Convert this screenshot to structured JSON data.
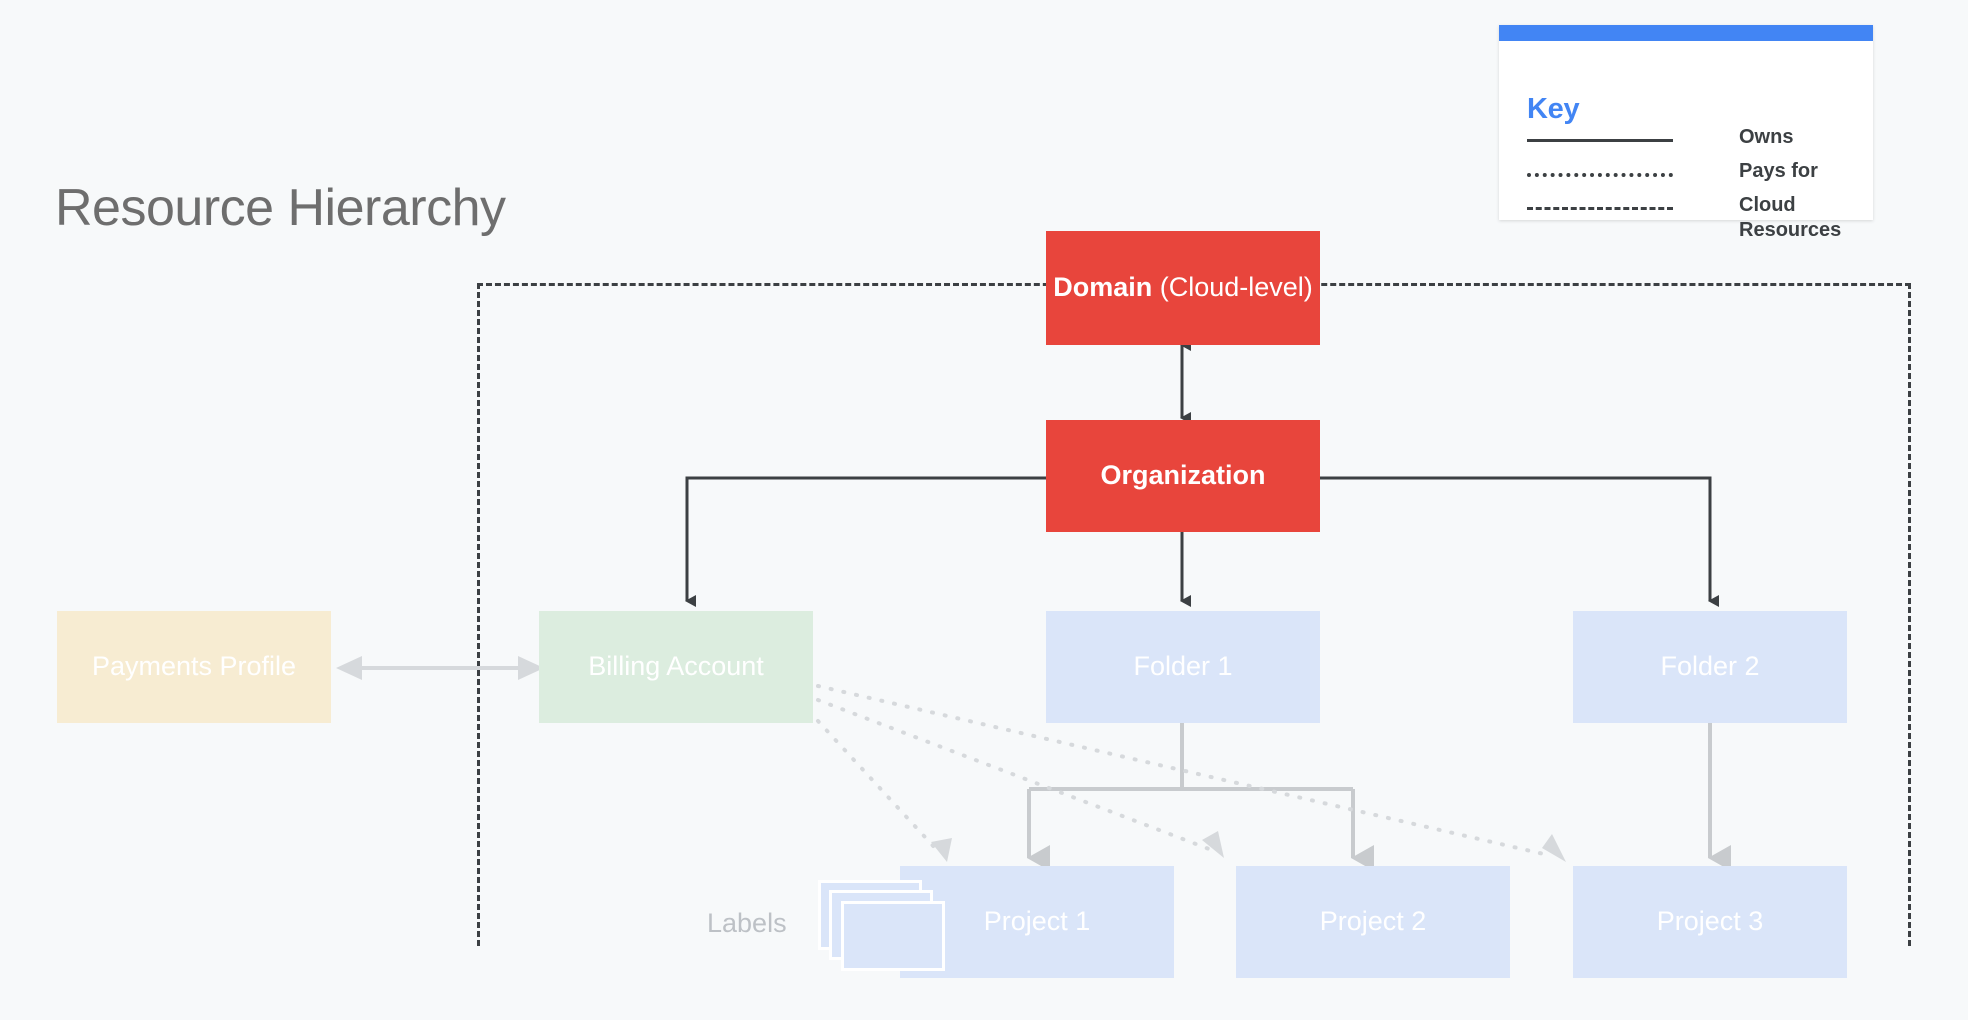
{
  "page": {
    "title": "Resource Hierarchy",
    "background": "#F7F9FA"
  },
  "key": {
    "heading": "Key",
    "accent_color": "#4285F4",
    "rows": [
      {
        "style": "solid",
        "label": "Owns"
      },
      {
        "style": "dotted",
        "label": "Pays for"
      },
      {
        "style": "dashed",
        "label": "Cloud Resources"
      }
    ]
  },
  "nodes": {
    "domain": {
      "label_bold": "Domain",
      "label_rest": " (Cloud-level)",
      "color": "#E8453C"
    },
    "organization": {
      "label": "Organization",
      "color": "#E8453C"
    },
    "payments_profile": {
      "label": "Payments Profile",
      "color": "#F7ECD2"
    },
    "billing_account": {
      "label": "Billing Account",
      "color": "#DCEDDF"
    },
    "folder1": {
      "label": "Folder 1",
      "color": "#DAE5F9"
    },
    "folder2": {
      "label": "Folder 2",
      "color": "#DAE5F9"
    },
    "project1": {
      "label": "Project 1",
      "color": "#DAE5F9"
    },
    "project2": {
      "label": "Project 2",
      "color": "#DAE5F9"
    },
    "project3": {
      "label": "Project 3",
      "color": "#DAE5F9"
    },
    "labels": {
      "label": "Labels",
      "color": "#DAE5F9"
    }
  },
  "region": {
    "name": "Cloud Resources",
    "border_style": "dashed",
    "border_color": "#3C4043"
  },
  "edges": {
    "owns_color": "#3C4043",
    "child_color": "#C8CBCE",
    "pays_for_color": "#D6D9DC",
    "items": [
      {
        "from": "domain",
        "to": "organization",
        "type": "owns",
        "bidirectional": true
      },
      {
        "from": "organization",
        "to": "billing_account",
        "type": "owns"
      },
      {
        "from": "organization",
        "to": "folder1",
        "type": "owns"
      },
      {
        "from": "organization",
        "to": "folder2",
        "type": "owns"
      },
      {
        "from": "payments_profile",
        "to": "billing_account",
        "type": "pays-for",
        "bidirectional": true
      },
      {
        "from": "folder1",
        "to": "project1",
        "type": "owns"
      },
      {
        "from": "folder1",
        "to": "project2",
        "type": "owns"
      },
      {
        "from": "folder2",
        "to": "project3",
        "type": "owns"
      },
      {
        "from": "billing_account",
        "to": "project1",
        "type": "pays-for"
      },
      {
        "from": "billing_account",
        "to": "project2",
        "type": "pays-for"
      },
      {
        "from": "billing_account",
        "to": "project3",
        "type": "pays-for"
      }
    ]
  }
}
